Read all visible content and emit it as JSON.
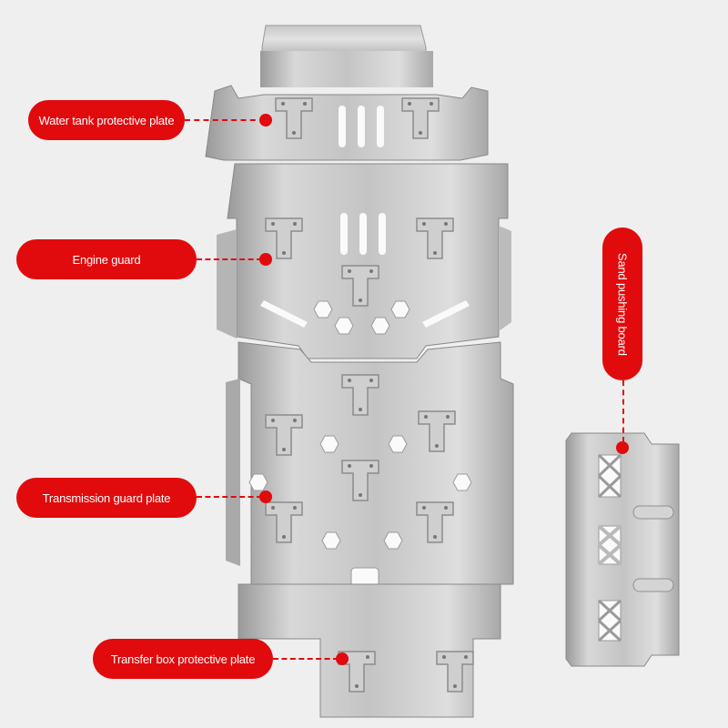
{
  "labels": {
    "water_tank": "Water tank protective plate",
    "engine_guard": "Engine guard",
    "transmission": "Transmission guard plate",
    "transfer_box": "Transfer box protective plate",
    "sand_pushing": "Sand pushing board"
  },
  "colors": {
    "accent": "#e10a0d",
    "background": "#efefef",
    "metal_light": "#dcdcdc",
    "metal_mid": "#b8b8b8",
    "metal_dark": "#8a8a8a"
  }
}
